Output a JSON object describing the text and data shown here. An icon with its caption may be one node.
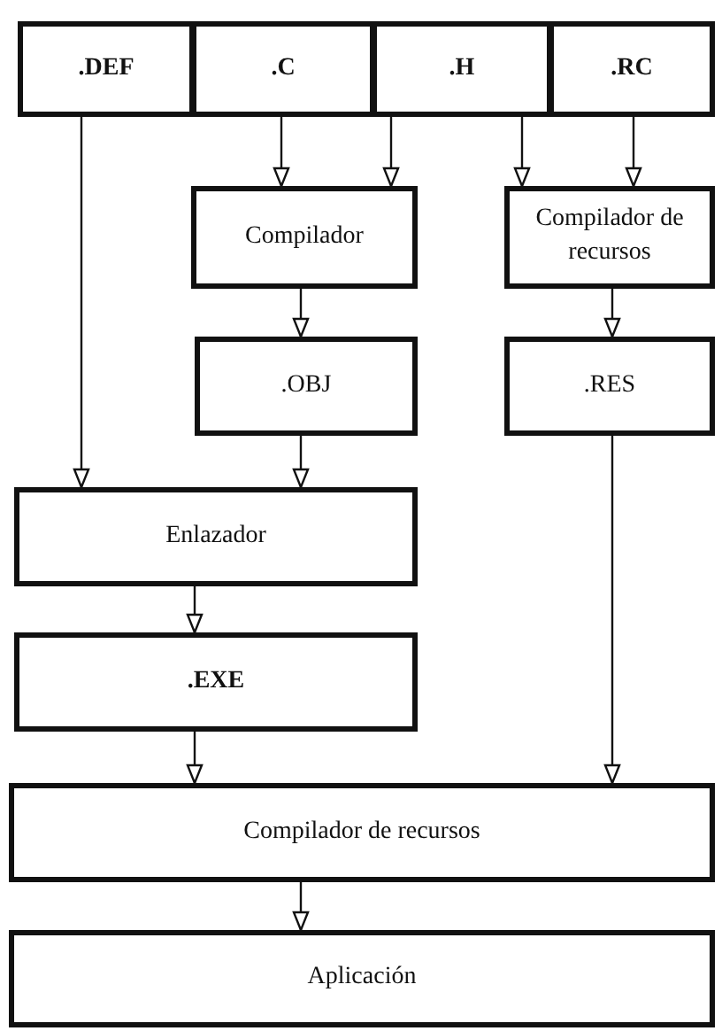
{
  "diagram": {
    "nodes": [
      {
        "text": [
          ".DEF"
        ]
      },
      {
        "text": [
          ".C"
        ]
      },
      {
        "text": [
          ".H"
        ]
      },
      {
        "text": [
          ".RC"
        ]
      },
      {
        "text": [
          "Compilador"
        ]
      },
      {
        "text": [
          "Compilador de recursos"
        ]
      },
      {
        "text": [
          ".OBJ"
        ]
      },
      {
        "text": [
          ".RES"
        ]
      },
      {
        "text": [
          "Enlazador"
        ]
      },
      {
        "text": [
          ".EXE"
        ]
      },
      {
        "text": [
          "Compilador de recursos"
        ]
      },
      {
        "text": [
          "Aplicación"
        ]
      }
    ],
    "edges": [
      {
        "from": 0,
        "to": 8,
        "arrow": "to"
      },
      {
        "from": 1,
        "to": 4,
        "arrow": "to"
      },
      {
        "from": 2,
        "to": 4,
        "arrow": "to"
      },
      {
        "from": 2,
        "to": 5,
        "arrow": "to"
      },
      {
        "from": 3,
        "to": 5,
        "arrow": "to"
      },
      {
        "from": 4,
        "to": 6,
        "arrow": "to"
      },
      {
        "from": 5,
        "to": 7,
        "arrow": "to"
      },
      {
        "from": 6,
        "to": 8,
        "arrow": "to"
      },
      {
        "from": 8,
        "to": 9,
        "arrow": "to"
      },
      {
        "from": 9,
        "to": 10,
        "arrow": "to"
      },
      {
        "from": 7,
        "to": 10,
        "arrow": "to"
      },
      {
        "from": 10,
        "to": 11,
        "arrow": "to"
      }
    ]
  }
}
